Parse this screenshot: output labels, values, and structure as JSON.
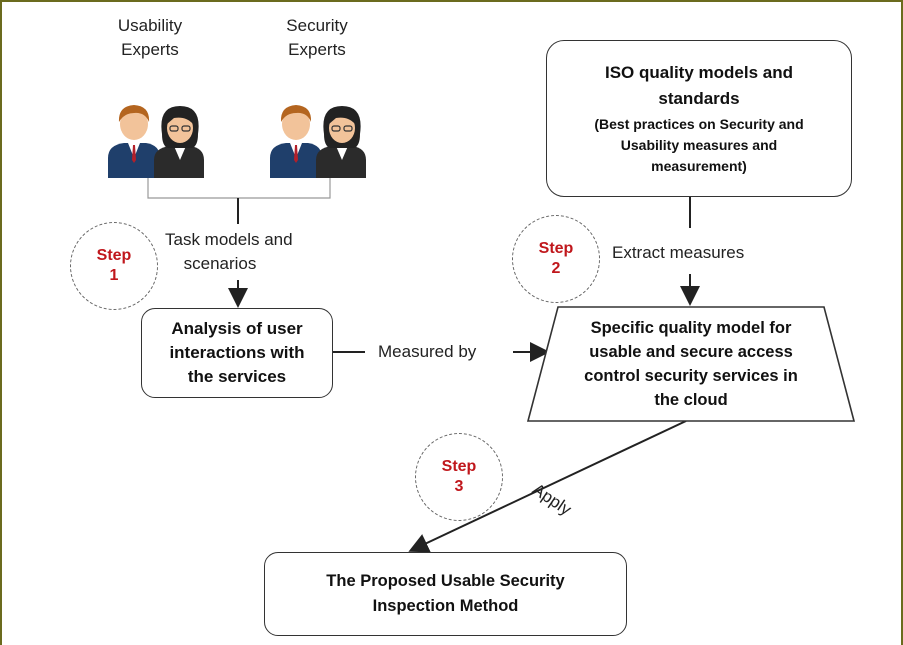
{
  "experts": {
    "usability": [
      "Usability",
      "Experts"
    ],
    "security": [
      "Security",
      "Experts"
    ]
  },
  "steps": [
    {
      "word": "Step",
      "number": "1"
    },
    {
      "word": "Step",
      "number": "2"
    },
    {
      "word": "Step",
      "number": "3"
    }
  ],
  "edges": {
    "task_models": [
      "Task models and",
      "scenarios"
    ],
    "extract": "Extract measures",
    "measured_by": "Measured by",
    "apply": "Apply"
  },
  "boxes": {
    "iso_title": [
      "ISO quality models and",
      "standards"
    ],
    "iso_sub": [
      "(Best practices on Security and",
      "Usability measures and",
      "measurement)"
    ],
    "analysis": [
      "Analysis of user",
      "interactions with",
      "the services"
    ],
    "quality_model": [
      "Specific quality model for",
      "usable and secure access",
      "control security services in",
      "the cloud"
    ],
    "proposed": [
      "The Proposed Usable Security",
      "Inspection Method"
    ]
  },
  "colors": {
    "step_text": "#c0171c",
    "frame": "#6b6b1e",
    "suit": "#1f3f6b",
    "hair_man": "#b4651f",
    "hair_woman": "#222222",
    "skin": "#f2c39a"
  }
}
